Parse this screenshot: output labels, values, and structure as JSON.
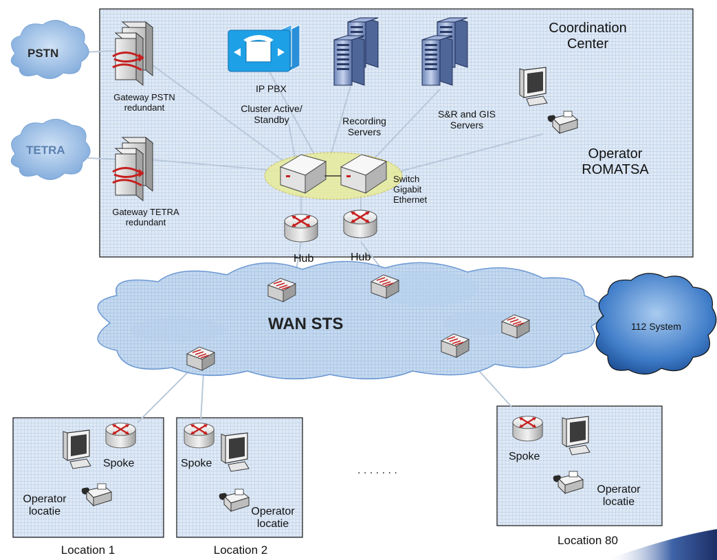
{
  "coordination_center": {
    "title_line1": "Coordination",
    "title_line2": "Center",
    "ip_pbx_label": "IP PBX",
    "cluster_line1": "Cluster Active/",
    "cluster_line2": "Standby",
    "recording_line1": "Recording",
    "recording_line2": "Servers",
    "sr_gis_line1": "S&R and GIS",
    "sr_gis_line2": "Servers",
    "gw_pstn_line1": "Gateway PSTN",
    "gw_pstn_line2": "redundant",
    "gw_tetra_line1": "Gateway TETRA",
    "gw_tetra_line2": "redundant",
    "switch_line1": "Switch",
    "switch_line2": "Gigabit",
    "switch_line3": "Ethernet",
    "operator_line1": "Operator",
    "operator_line2": "ROMATSA",
    "hub1": "Hub",
    "hub2": "Hub"
  },
  "clouds": {
    "pstn": "PSTN",
    "tetra": "TETRA",
    "wan": "WAN STS",
    "system112": "112 System"
  },
  "locations": [
    {
      "name": "Location 1",
      "spoke": "Spoke",
      "operator_line1": "Operator",
      "operator_line2": "locatie"
    },
    {
      "name": "Location 2",
      "spoke": "Spoke",
      "operator_line1": "Operator",
      "operator_line2": "locatie"
    },
    {
      "name": "Location 80",
      "spoke": "Spoke",
      "operator_line1": "Operator",
      "operator_line2": "locatie"
    }
  ],
  "ellipsis": ". . . . . . .",
  "colors": {
    "box_fill": "#dbe6f3",
    "grid": "#a9c2e2",
    "cloud_fill": "#b9d3ee",
    "cloud_dark": "#5f95d3",
    "router_red": "#cc2222",
    "person_blue": "#3d6fc4"
  }
}
